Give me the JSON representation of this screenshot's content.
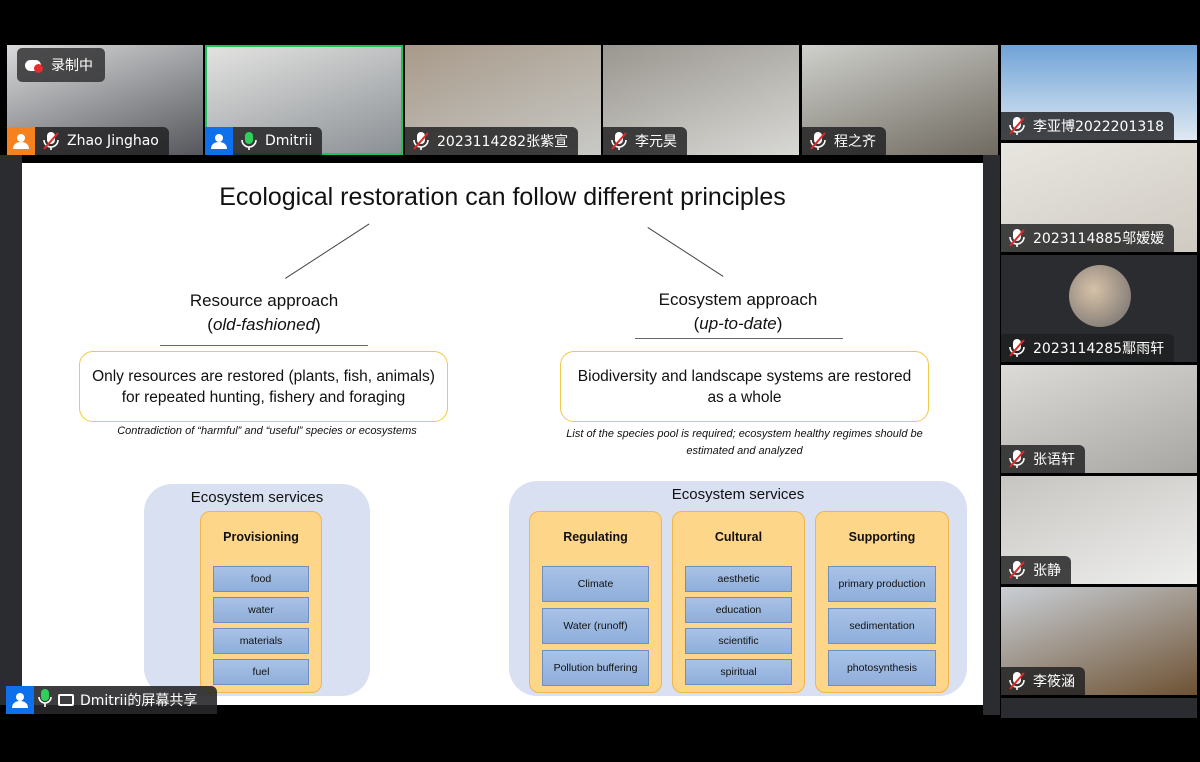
{
  "recording": {
    "label": "录制中"
  },
  "top_row": [
    {
      "name": "Zhao Jinghao",
      "mic": "muted",
      "avatar": "orange",
      "active": false
    },
    {
      "name": "Dmitrii",
      "mic": "on",
      "avatar": "blue",
      "active": true
    },
    {
      "name": "2023114282张紫宣",
      "mic": "muted"
    },
    {
      "name": "李元昊",
      "mic": "muted"
    },
    {
      "name": "程之齐",
      "mic": "muted"
    }
  ],
  "side_column": [
    {
      "name": "李亚博2022201318",
      "mic": "muted"
    },
    {
      "name": "2023114885邬嫒嫒",
      "mic": "muted"
    },
    {
      "name": "2023114285鄢雨轩",
      "mic": "muted"
    },
    {
      "name": "张语轩",
      "mic": "muted"
    },
    {
      "name": "张静",
      "mic": "muted"
    },
    {
      "name": "李筱涵",
      "mic": "muted"
    }
  ],
  "share_label": "Dmitrii的屏幕共享",
  "slide": {
    "title": "Ecological restoration can follow different principles",
    "left": {
      "heading": "Resource approach",
      "sub": "old-fashioned",
      "box": "Only resources are restored (plants, fish, animals) for repeated hunting, fishery and foraging",
      "note": "Contradiction of “harmful” and “useful” species or ecosystems"
    },
    "right": {
      "heading": "Ecosystem approach",
      "sub": "up-to-date",
      "box": "Biodiversity and landscape systems are restored as a whole",
      "note": "List of the species pool is required; ecosystem healthy regimes should be estimated and analyzed"
    },
    "services_title": "Ecosystem services",
    "provisioning": {
      "title": "Provisioning",
      "items": [
        "food",
        "water",
        "materials",
        "fuel"
      ]
    },
    "regulating": {
      "title": "Regulating",
      "items": [
        "Climate",
        "Water (runoff)",
        "Pollution buffering"
      ]
    },
    "cultural": {
      "title": "Cultural",
      "items": [
        "aesthetic",
        "education",
        "scientific",
        "spiritual"
      ]
    },
    "supporting": {
      "title": "Supporting",
      "items": [
        "primary production",
        "sedimentation",
        "photosynthesis"
      ]
    }
  },
  "colors": {
    "active_border": "#1fc35c",
    "muted": "#e02828",
    "avatar_orange": "#f5821f",
    "avatar_blue": "#0e71eb"
  }
}
